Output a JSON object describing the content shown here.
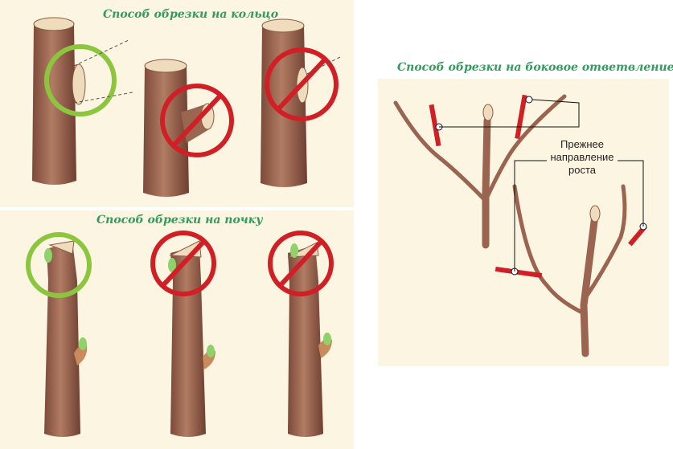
{
  "sections": {
    "ring_cut": {
      "title": "Способ обрезки на кольцо"
    },
    "bud_cut": {
      "title": "Способ обрезки на почку"
    },
    "side_branch_cut": {
      "title": "Способ обрезки на боковое ответвление",
      "note": [
        "Прежнее",
        "направление",
        "роста"
      ]
    }
  },
  "colors": {
    "panel_bg": "#fbf5e2",
    "title_green": "#2f9e5a",
    "correct_ring": "#8cc63f",
    "wrong_ring": "#d11f26",
    "bark": "#a8705a",
    "cut_face": "#eedcbc",
    "bud": "#8fd16a"
  },
  "marks": {
    "ring_cut": [
      "correct",
      "wrong",
      "wrong"
    ],
    "bud_cut": [
      "correct",
      "wrong",
      "wrong"
    ]
  }
}
